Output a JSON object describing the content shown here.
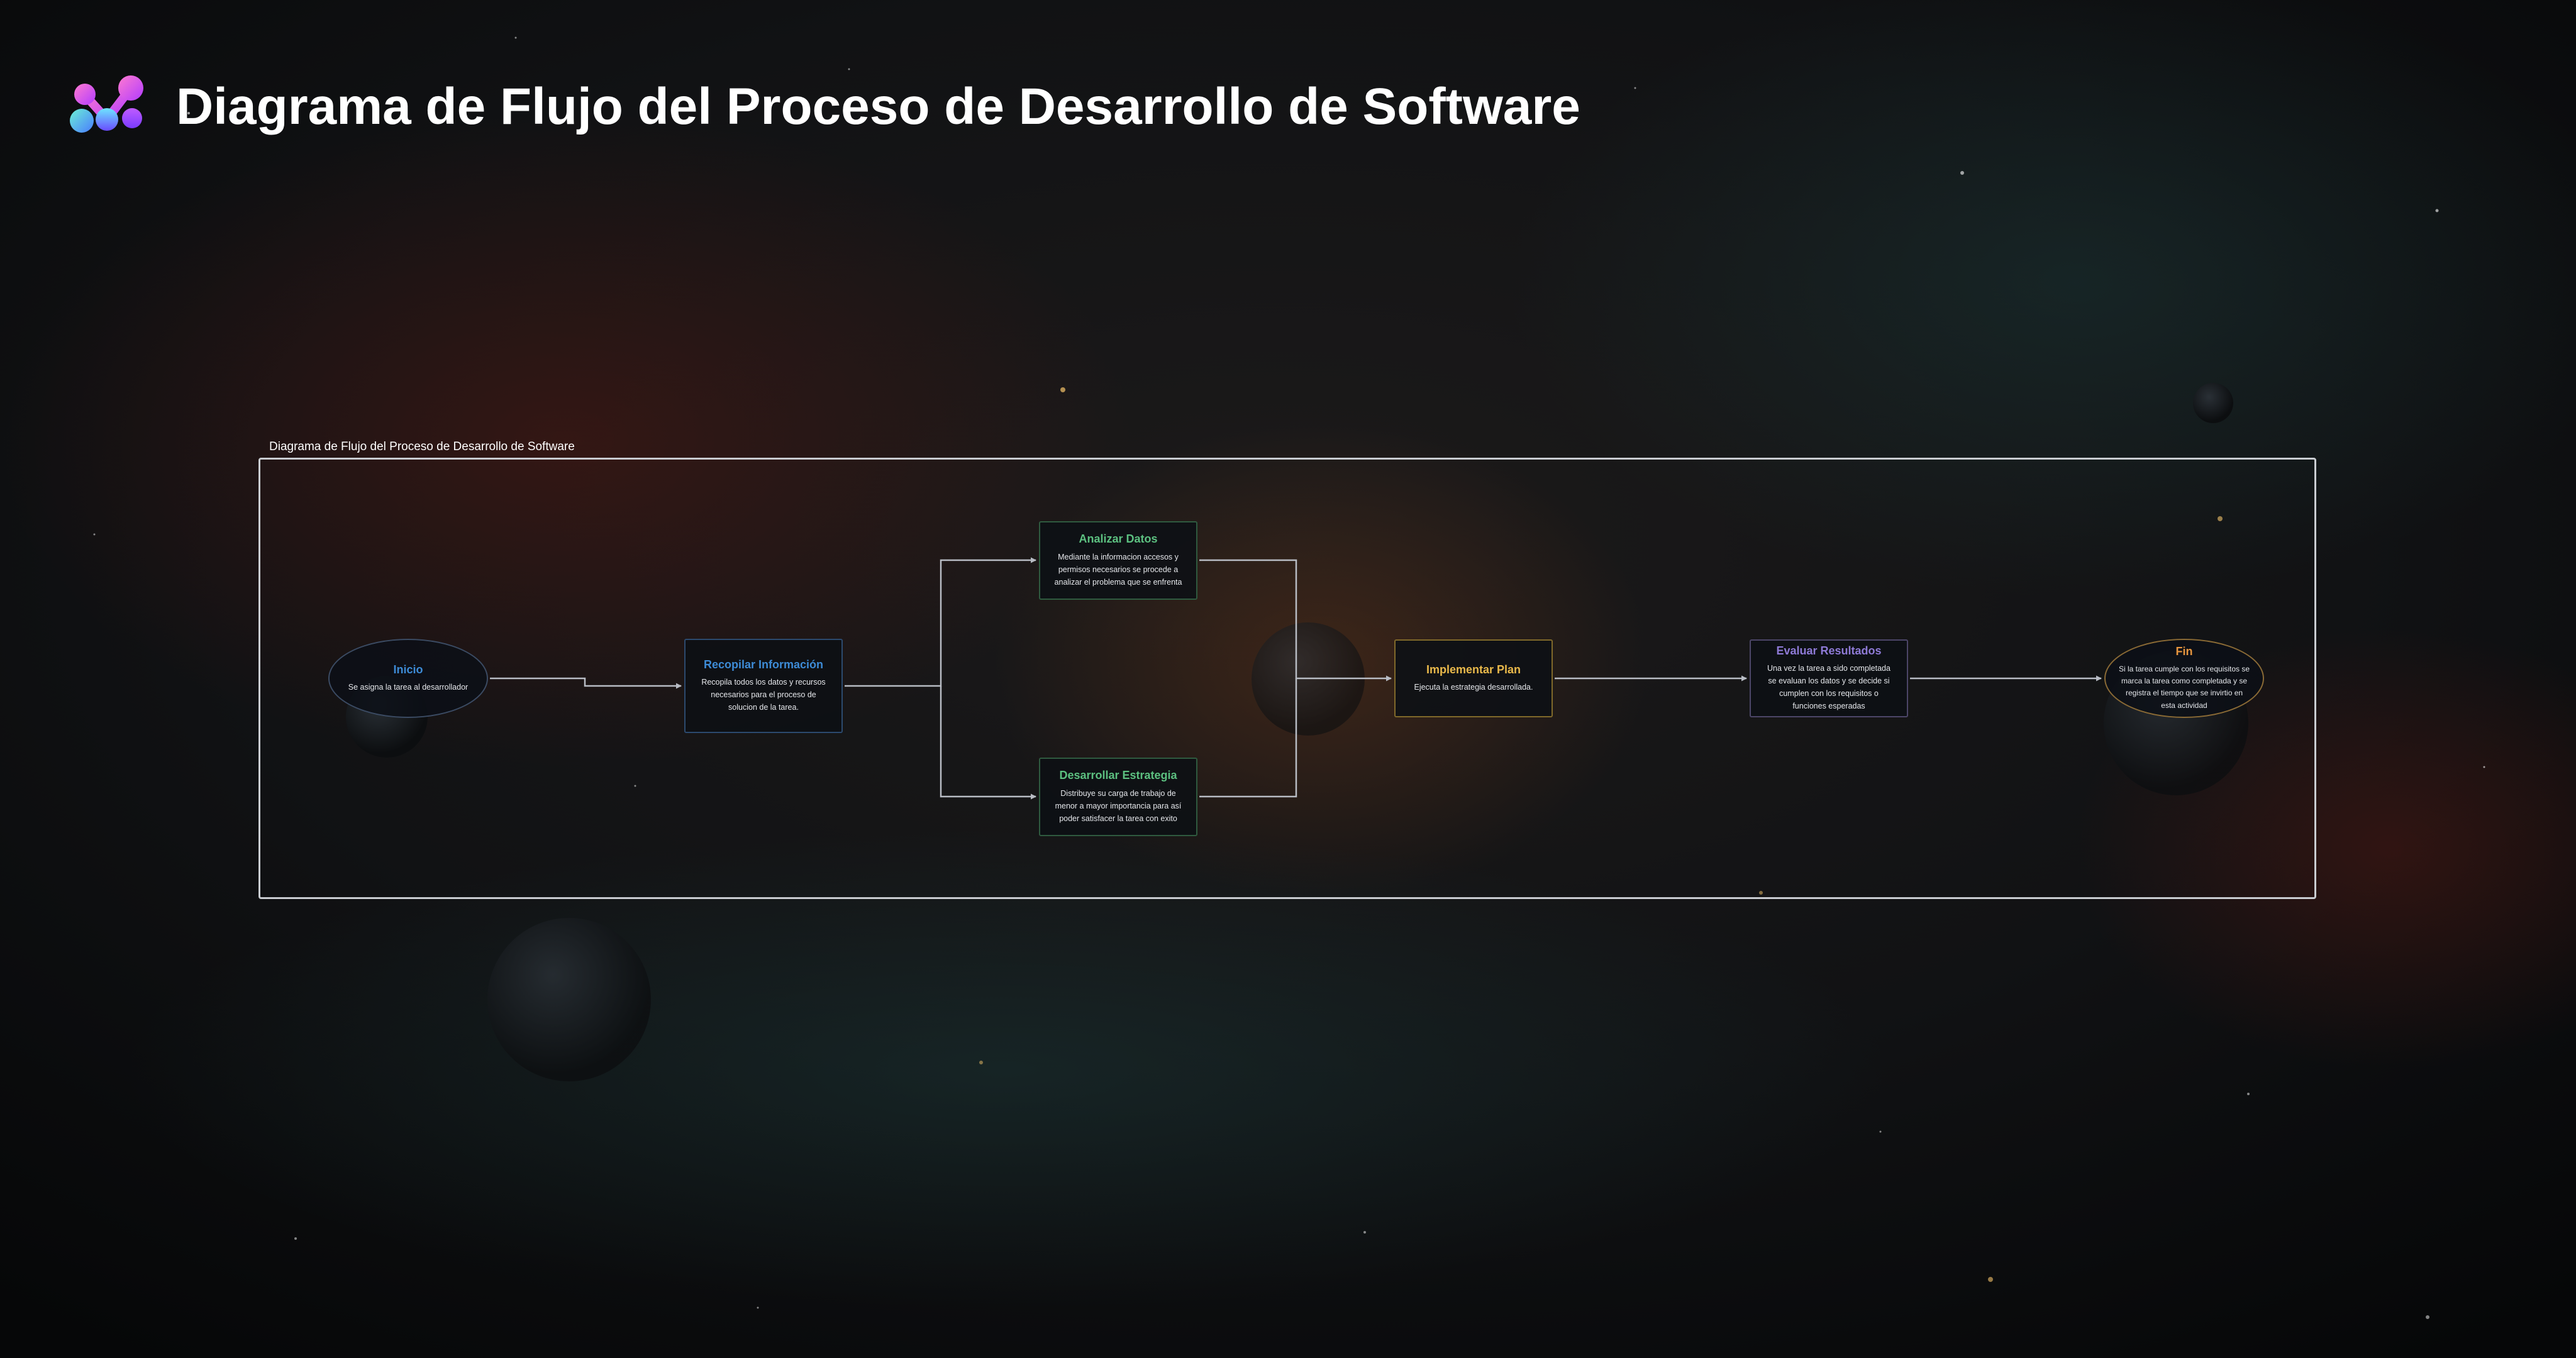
{
  "header": {
    "title": "Diagrama de Flujo del Proceso de Desarrollo de Software",
    "logo_icon": "molecule-logo-icon"
  },
  "diagram": {
    "frame_label": "Diagrama de Flujo del Proceso de Desarrollo de Software",
    "nodes": [
      {
        "id": "inicio",
        "shape": "ellipse",
        "title": "Inicio",
        "description": "Se asigna la tarea al desarrollador",
        "color": "#3d8bd6"
      },
      {
        "id": "recopilar",
        "shape": "rect",
        "title": "Recopilar Información",
        "description": "Recopila todos los datos y recursos necesarios para el proceso de solucion de la tarea.",
        "color": "#3d8bd6"
      },
      {
        "id": "analizar",
        "shape": "rect",
        "title": "Analizar Datos",
        "description": "Mediante la informacion accesos y permisos necesarios se procede a analizar el problema que se enfrenta",
        "color": "#5cc080"
      },
      {
        "id": "desarrollar",
        "shape": "rect",
        "title": "Desarrollar Estrategia",
        "description": "Distribuye su carga de trabajo de menor a mayor importancia para así poder satisfacer la tarea con exito",
        "color": "#5cc080"
      },
      {
        "id": "implementar",
        "shape": "rect",
        "title": "Implementar Plan",
        "description": "Ejecuta la estrategia desarrollada.",
        "color": "#e8b84a"
      },
      {
        "id": "evaluar",
        "shape": "rect",
        "title": "Evaluar Resultados",
        "description": "Una vez la tarea a sido completada se evaluan los datos y se decide si cumplen con los requisitos o funciones esperadas",
        "color": "#8e7ad6"
      },
      {
        "id": "fin",
        "shape": "ellipse",
        "title": "Fin",
        "description": "Si la tarea cumple con los requisitos se marca la tarea como completada y se registra el tiempo que se invirtio en esta actividad",
        "color": "#e8963f"
      }
    ],
    "edges": [
      {
        "from": "inicio",
        "to": "recopilar"
      },
      {
        "from": "recopilar",
        "to": "analizar"
      },
      {
        "from": "recopilar",
        "to": "desarrollar"
      },
      {
        "from": "analizar",
        "to": "implementar"
      },
      {
        "from": "desarrollar",
        "to": "implementar"
      },
      {
        "from": "implementar",
        "to": "evaluar"
      },
      {
        "from": "evaluar",
        "to": "fin"
      }
    ],
    "edge_color": "#b8bcc4"
  }
}
